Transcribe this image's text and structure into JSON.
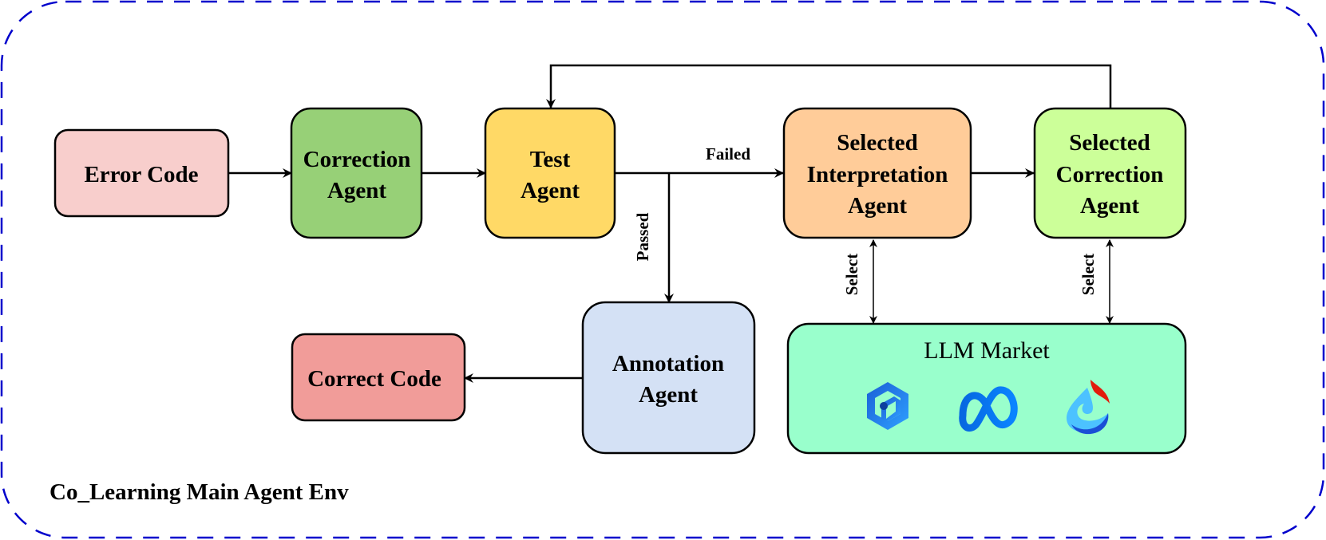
{
  "env": {
    "title": "Co_Learning Main Agent Env",
    "border_color": "#0000cc"
  },
  "nodes": {
    "error_code": {
      "lines": [
        "Error Code"
      ],
      "fill": "#f8cecc"
    },
    "correction_agent": {
      "lines": [
        "Correction",
        "Agent"
      ],
      "fill": "#97d077"
    },
    "test_agent": {
      "lines": [
        "Test",
        "Agent"
      ],
      "fill": "#ffd966"
    },
    "interpretation_agent": {
      "lines": [
        "Selected",
        "Interpretation",
        "Agent"
      ],
      "fill": "#ffcc99"
    },
    "selected_correction_agent": {
      "lines": [
        "Selected",
        "Correction",
        "Agent"
      ],
      "fill": "#ccff99"
    },
    "annotation_agent": {
      "lines": [
        "Annotation",
        "Agent"
      ],
      "fill": "#d4e1f5"
    },
    "correct_code": {
      "lines": [
        "Correct Code"
      ],
      "fill": "#f19c99"
    },
    "llm_market": {
      "title": "LLM Market",
      "fill": "#99ffcc",
      "logos": [
        "hexagon-cube-logo-icon",
        "meta-infinity-logo-icon",
        "flame-drop-logo-icon"
      ]
    }
  },
  "edges": {
    "failed_label": "Failed",
    "passed_label": "Passed",
    "select_label_1": "Select",
    "select_label_2": "Select"
  }
}
